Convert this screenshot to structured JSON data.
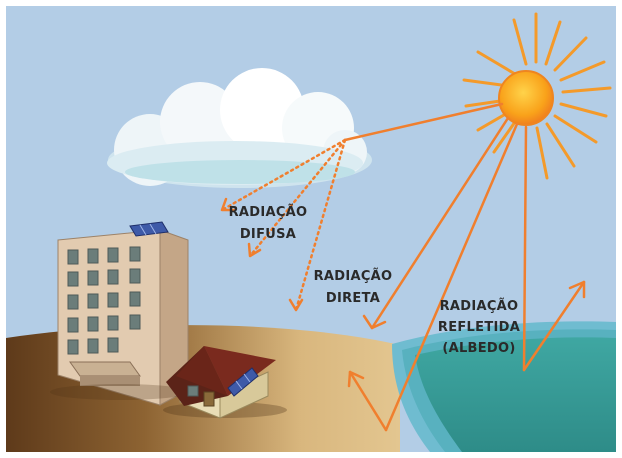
{
  "labels": {
    "diffuse_line1": "RADIAÇÃO",
    "diffuse_line2": "DIFUSA",
    "direct_line1": "RADIAÇÃO",
    "direct_line2": "DIRETA",
    "reflected_line1": "RADIAÇÃO",
    "reflected_line2": "REFLETIDA",
    "reflected_line3": "(ALBEDO)"
  },
  "colors": {
    "sky": "#b3cde6",
    "ray": "#f07f2e",
    "sun_core": "#f9a21a",
    "ground_dark": "#6b4420",
    "ground_light": "#d9b77e",
    "sea": "#3a9c98",
    "building": "#ddc3a5",
    "roof": "#7a2a1e",
    "solar_panel": "#3e5aa8"
  }
}
